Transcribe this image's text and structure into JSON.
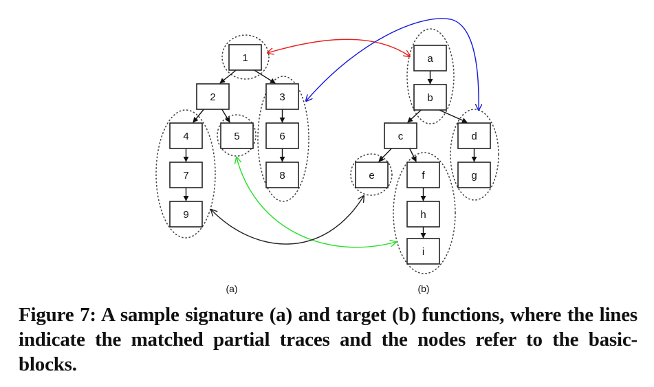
{
  "figure": {
    "panels": [
      {
        "id": "a",
        "label": "(a)"
      },
      {
        "id": "b",
        "label": "(b)"
      }
    ],
    "nodes": [
      {
        "id": "1",
        "label": "1",
        "panel": "a"
      },
      {
        "id": "2",
        "label": "2",
        "panel": "a"
      },
      {
        "id": "3",
        "label": "3",
        "panel": "a"
      },
      {
        "id": "4",
        "label": "4",
        "panel": "a"
      },
      {
        "id": "5",
        "label": "5",
        "panel": "a"
      },
      {
        "id": "6",
        "label": "6",
        "panel": "a"
      },
      {
        "id": "7",
        "label": "7",
        "panel": "a"
      },
      {
        "id": "8",
        "label": "8",
        "panel": "a"
      },
      {
        "id": "9",
        "label": "9",
        "panel": "a"
      },
      {
        "id": "a",
        "label": "a",
        "panel": "b"
      },
      {
        "id": "b",
        "label": "b",
        "panel": "b"
      },
      {
        "id": "c",
        "label": "c",
        "panel": "b"
      },
      {
        "id": "d",
        "label": "d",
        "panel": "b"
      },
      {
        "id": "e",
        "label": "e",
        "panel": "b"
      },
      {
        "id": "f",
        "label": "f",
        "panel": "b"
      },
      {
        "id": "g",
        "label": "g",
        "panel": "b"
      },
      {
        "id": "h",
        "label": "h",
        "panel": "b"
      },
      {
        "id": "i",
        "label": "i",
        "panel": "b"
      }
    ],
    "edges": [
      [
        "1",
        "2"
      ],
      [
        "1",
        "3"
      ],
      [
        "2",
        "4"
      ],
      [
        "2",
        "5"
      ],
      [
        "3",
        "6"
      ],
      [
        "6",
        "8"
      ],
      [
        "4",
        "7"
      ],
      [
        "7",
        "9"
      ],
      [
        "a",
        "b"
      ],
      [
        "b",
        "c"
      ],
      [
        "b",
        "d"
      ],
      [
        "c",
        "e"
      ],
      [
        "c",
        "f"
      ],
      [
        "d",
        "g"
      ],
      [
        "f",
        "h"
      ],
      [
        "h",
        "i"
      ]
    ],
    "partial_traces": [
      {
        "id": "trace-1",
        "nodes": [
          "1"
        ]
      },
      {
        "id": "trace-5",
        "nodes": [
          "5"
        ]
      },
      {
        "id": "trace-3-6-8",
        "nodes": [
          "3",
          "6",
          "8"
        ]
      },
      {
        "id": "trace-4-7-9",
        "nodes": [
          "4",
          "7",
          "9"
        ]
      },
      {
        "id": "trace-a-b",
        "nodes": [
          "a",
          "b"
        ]
      },
      {
        "id": "trace-e",
        "nodes": [
          "e"
        ]
      },
      {
        "id": "trace-f-h-i",
        "nodes": [
          "f",
          "h",
          "i"
        ]
      },
      {
        "id": "trace-d-g",
        "nodes": [
          "d",
          "g"
        ]
      }
    ],
    "matches": [
      {
        "from": "trace-1",
        "to": "trace-a-b",
        "color": "#e8201e",
        "name": "red"
      },
      {
        "from": "trace-3-6-8",
        "to": "trace-d-g",
        "color": "#1a1adb",
        "name": "blue"
      },
      {
        "from": "trace-5",
        "to": "trace-f-h-i",
        "color": "#22e022",
        "name": "green"
      },
      {
        "from": "trace-4-7-9",
        "to": "trace-e",
        "color": "#222222",
        "name": "black"
      }
    ]
  },
  "caption": "Figure 7:  A sample signature (a) and target (b) functions, where the lines indicate the matched partial traces and the nodes refer to the basic-blocks."
}
